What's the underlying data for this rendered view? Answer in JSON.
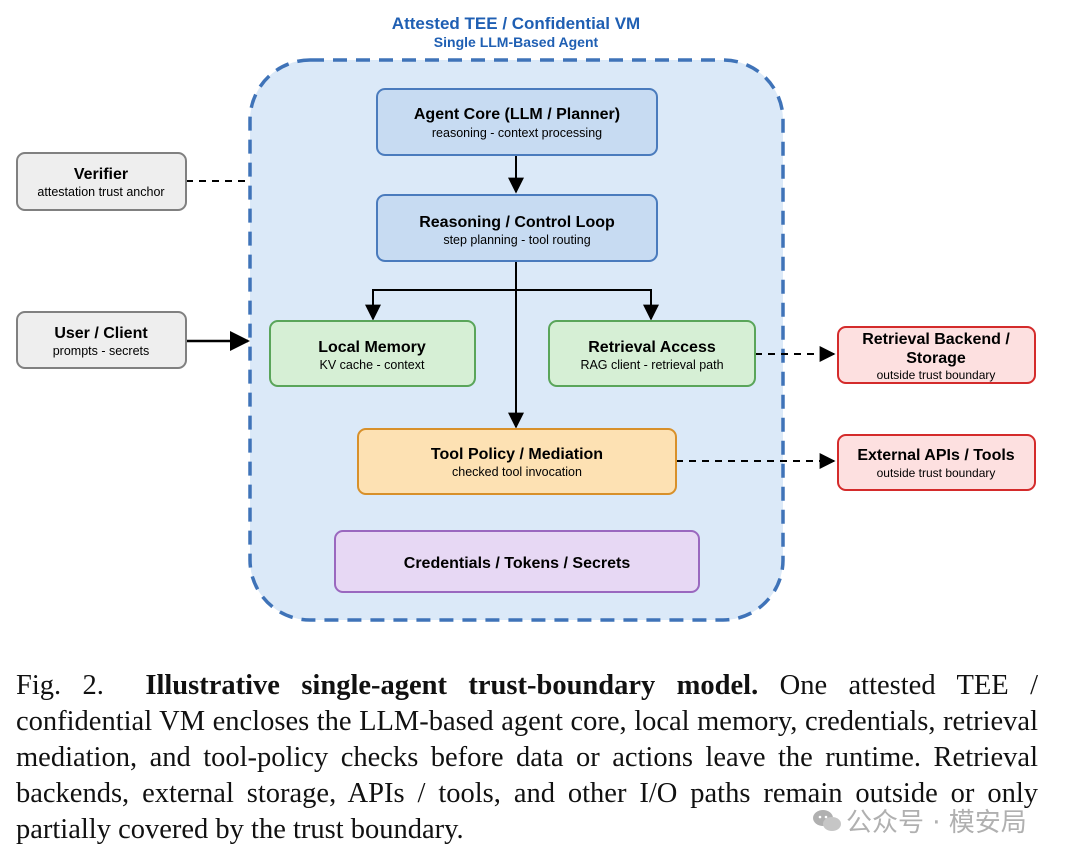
{
  "boundary": {
    "title": "Attested TEE / Confidential VM",
    "subtitle": "Single LLM-Based Agent"
  },
  "nodes": {
    "agent_core": {
      "title": "Agent Core (LLM / Planner)",
      "subtitle": "reasoning - context processing"
    },
    "control_loop": {
      "title": "Reasoning / Control Loop",
      "subtitle": "step planning - tool routing"
    },
    "local_memory": {
      "title": "Local Memory",
      "subtitle": "KV cache - context"
    },
    "retrieval_access": {
      "title": "Retrieval Access",
      "subtitle": "RAG client - retrieval path"
    },
    "tool_policy": {
      "title": "Tool Policy / Mediation",
      "subtitle": "checked tool invocation"
    },
    "credentials": {
      "title": "Credentials / Tokens / Secrets"
    },
    "verifier": {
      "title": "Verifier",
      "subtitle": "attestation trust anchor"
    },
    "user_client": {
      "title": "User / Client",
      "subtitle": "prompts - secrets"
    },
    "retrieval_backend": {
      "title_line1": "Retrieval Backend /",
      "title_line2": "Storage",
      "subtitle": "outside trust boundary"
    },
    "external_apis": {
      "title": "External APIs / Tools",
      "subtitle": "outside trust boundary"
    }
  },
  "caption": {
    "fig_label": "Fig. 2.",
    "title": "Illustrative single-agent trust-boundary model.",
    "body": "One attested TEE / confidential VM encloses the LLM-based agent core, local memory, credentials, retrieval mediation, and tool-policy checks before data or actions leave the runtime. Retrieval backends, external storage, APIs / tools, and other I/O paths remain outside or only partially covered by the trust boundary."
  },
  "watermark": {
    "text": "公众号 · 模安局"
  },
  "colors": {
    "boundary_fill": "#dbe9f8",
    "boundary_stroke": "#3f73b8",
    "blue_fill": "#c7dbf2",
    "blue_stroke": "#4a7bbd",
    "green_fill": "#d6efd5",
    "green_stroke": "#5aa55a",
    "orange_fill": "#fde1b3",
    "orange_stroke": "#d8902a",
    "purple_fill": "#e7d8f4",
    "purple_stroke": "#9a68bf",
    "gray_fill": "#eeeeee",
    "gray_stroke": "#808080",
    "red_fill": "#fde0e0",
    "red_stroke": "#d42b2b",
    "title_blue": "#1f5fb3"
  }
}
